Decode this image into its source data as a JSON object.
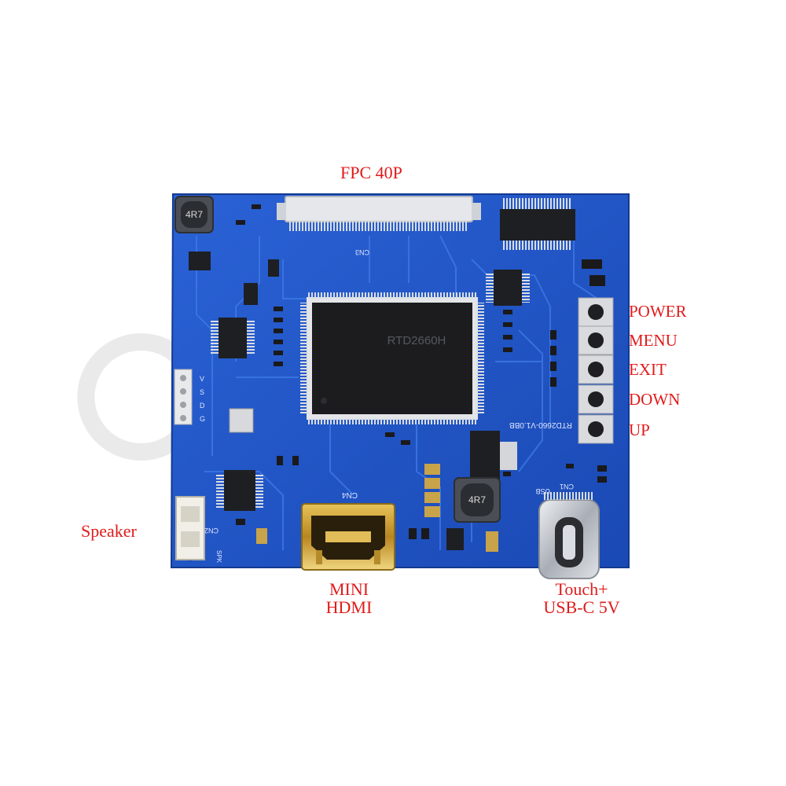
{
  "labels": {
    "fpc": "FPC 40P",
    "buttons": [
      "POWER",
      "MENU",
      "EXIT",
      "DOWN",
      "UP"
    ],
    "speaker": "Speaker",
    "hdmi_line1": "MINI",
    "hdmi_line2": "HDMI",
    "usb_line1": "Touch+",
    "usb_line2": "USB-C 5V"
  },
  "board_text": {
    "main_chip": "RTD2660H",
    "board_id": "RTD2660-V1.0BB",
    "inductor_top": "4R7",
    "inductor_bottom": "4R7",
    "connector_cn4": "CN4",
    "connector_cn1": "CN1",
    "connector_cn2": "CN2",
    "connector_cn3": "CN3",
    "usb_marking": "USB",
    "spk_marking": "SPK",
    "j2_pins": [
      "V",
      "S",
      "D",
      "G"
    ]
  },
  "colors": {
    "pcb": "#1f56c8",
    "pcb_dark": "#163f9c",
    "trace": "#3a72e0",
    "label": "#e01b1b",
    "chip": "#1c1c1e",
    "gold": "#c8a034",
    "silver": "#b9bdc4"
  }
}
